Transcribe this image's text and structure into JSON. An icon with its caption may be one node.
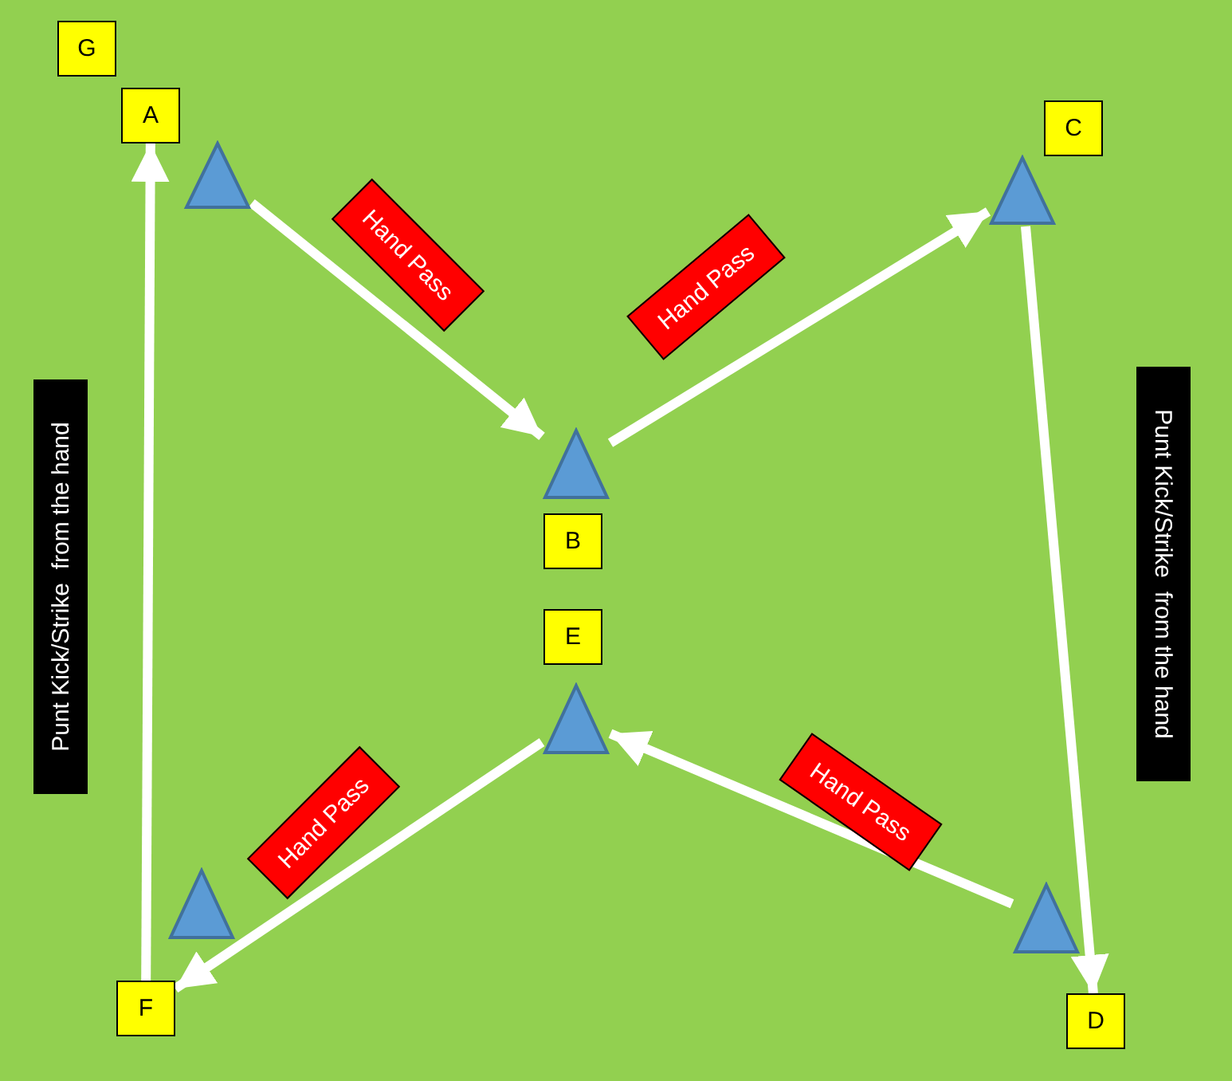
{
  "diagram": {
    "nodes": [
      {
        "text": [
          "G"
        ]
      },
      {
        "text": [
          "A"
        ]
      },
      {
        "text": [],
        "shape": "triangle"
      },
      {
        "text": [
          "C"
        ]
      },
      {
        "text": [],
        "shape": "triangle"
      },
      {
        "text": [],
        "shape": "triangle"
      },
      {
        "text": [
          "B"
        ]
      },
      {
        "text": [
          "E"
        ]
      },
      {
        "text": [],
        "shape": "triangle"
      },
      {
        "text": [],
        "shape": "triangle"
      },
      {
        "text": [
          "F"
        ]
      },
      {
        "text": [],
        "shape": "triangle"
      },
      {
        "text": [
          "D"
        ]
      }
    ],
    "edges": [
      {
        "from": 2,
        "to": 5,
        "arrow": "to",
        "label": "Hand Pass"
      },
      {
        "from": 5,
        "to": 4,
        "arrow": "to",
        "label": "Hand Pass"
      },
      {
        "from": 4,
        "to": 12,
        "arrow": "to",
        "label": "Punt Kick/Strike  from the hand"
      },
      {
        "from": 11,
        "to": 8,
        "arrow": "to",
        "label": "Hand Pass"
      },
      {
        "from": 8,
        "to": 10,
        "arrow": "to",
        "label": "Hand Pass"
      },
      {
        "from": 10,
        "to": 1,
        "arrow": "to",
        "label": "Punt Kick/Strike  from the hand"
      }
    ]
  }
}
